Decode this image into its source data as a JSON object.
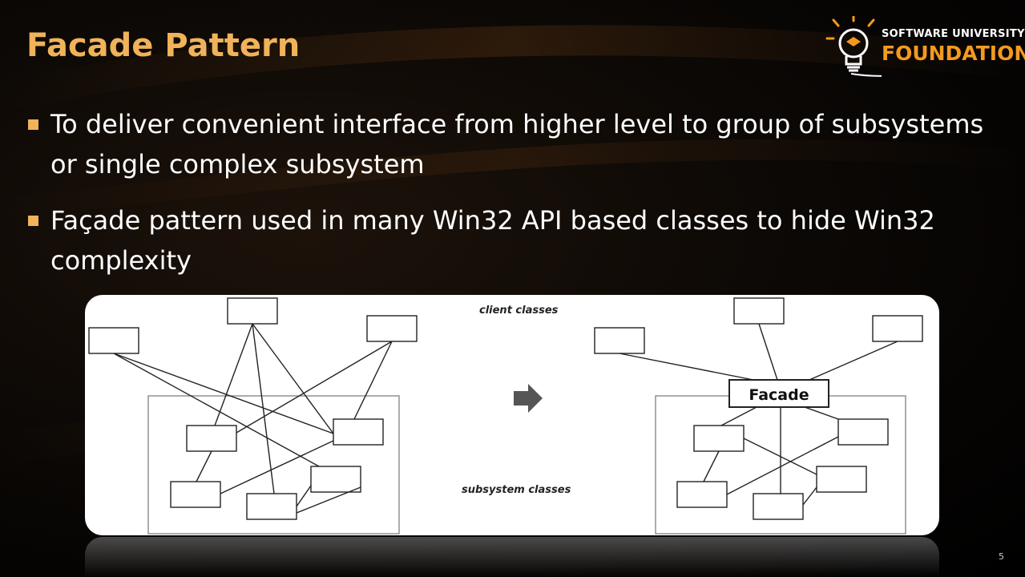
{
  "slide": {
    "title": "Facade Pattern",
    "page_number": "5"
  },
  "logo": {
    "line1": "SOFTWARE UNIVERSITY",
    "line2": "FOUNDATION"
  },
  "bullets": [
    "To deliver convenient interface from higher level to group of subsystems or single complex subsystem",
    "Façade pattern used in many Win32 API based classes to hide Win32 complexity"
  ],
  "diagram": {
    "client_label": "client classes",
    "subsystem_label": "subsystem classes",
    "facade_label": "Facade"
  },
  "colors": {
    "title": "#f0b35a",
    "bullet_marker": "#f0b35a",
    "logo_accent": "#f39a1e"
  }
}
